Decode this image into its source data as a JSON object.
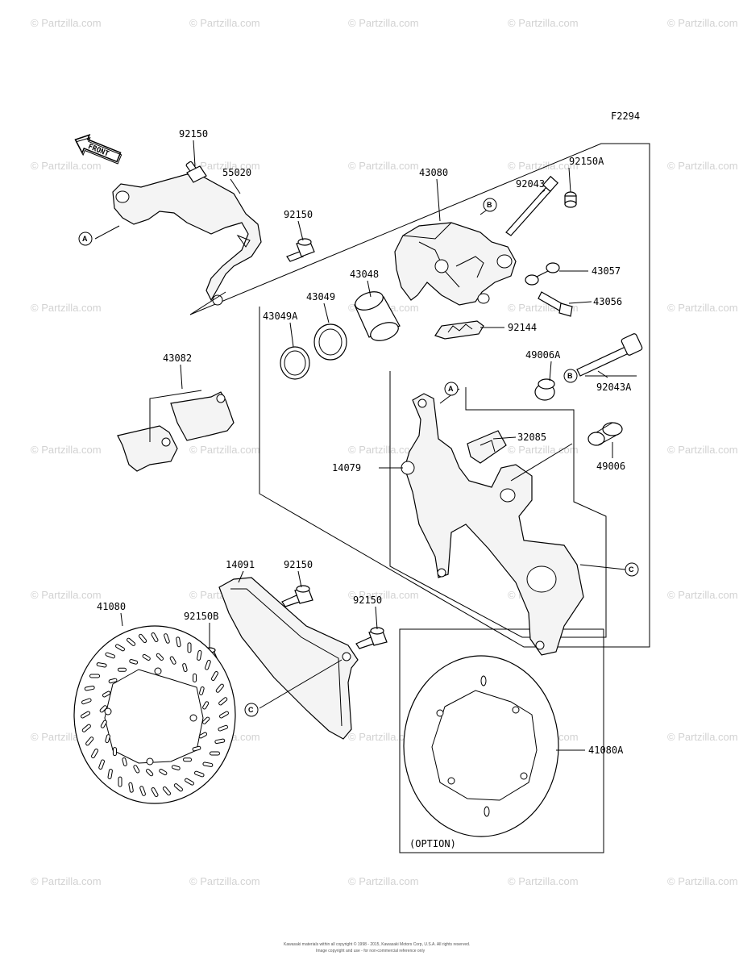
{
  "figure_code": "F2294",
  "watermark": "© Partzilla.com",
  "copyright_line1": "Kawasaki materials within all copyright © 1998 - 2015, Kawasaki Motors Corp, U.S.A. All rights reserved.",
  "copyright_line2": "Image copyright and use - for non-commercial reference only",
  "front_label": "FRONT",
  "option_label": "(OPTION)",
  "refs": {
    "a": "A",
    "b": "B",
    "c": "C"
  },
  "parts": {
    "p92150_top": "92150",
    "p55020": "55020",
    "p92150_mid": "92150",
    "p43080": "43080",
    "p92043": "92043",
    "p92150a": "92150A",
    "p43057": "43057",
    "p43056": "43056",
    "p43048": "43048",
    "p43049": "43049",
    "p43049a": "43049A",
    "p92144": "92144",
    "p49006a": "49006A",
    "p92043a": "92043A",
    "p43082": "43082",
    "p32085": "32085",
    "p14079": "14079",
    "p49006": "49006",
    "p14091": "14091",
    "p92150_guard": "92150",
    "p92150_guard2": "92150",
    "p41080": "41080",
    "p92150b": "92150B",
    "p41080a": "41080A"
  }
}
